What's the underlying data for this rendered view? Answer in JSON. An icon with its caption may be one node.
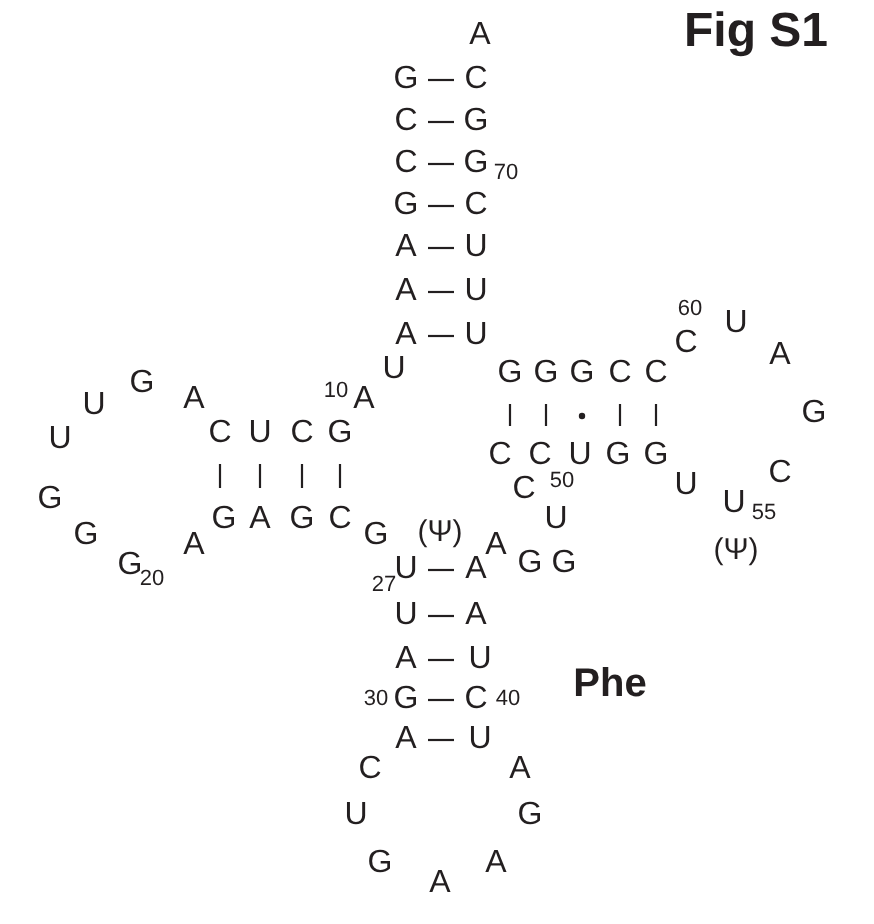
{
  "diagram": {
    "title": "Fig S1",
    "labels": [
      "A",
      "G",
      "C",
      "C",
      "G",
      "C",
      "G",
      "70",
      "G",
      "C",
      "A",
      "U",
      "A",
      "U",
      "60",
      "A",
      "U",
      "U",
      "C",
      "A",
      "U",
      "G",
      "G",
      "G",
      "C",
      "C",
      "U",
      "G",
      "A",
      "10",
      "A",
      "G",
      "U",
      "C",
      "U",
      "C",
      "G",
      "C",
      "C",
      "U",
      "G",
      "G",
      "C",
      "C",
      "50",
      "U",
      "G",
      "U",
      "55",
      "G",
      "A",
      "G",
      "C",
      "U",
      "G",
      "A",
      "G",
      "(Ψ)",
      "A",
      "G",
      "20",
      "27",
      "U",
      "A",
      "G",
      "G",
      "(Ψ)",
      "U",
      "A",
      "A",
      "U",
      "30",
      "G",
      "C",
      "40",
      "Phe",
      "A",
      "U",
      "C",
      "A",
      "U",
      "G",
      "G",
      "A",
      "A"
    ]
  }
}
